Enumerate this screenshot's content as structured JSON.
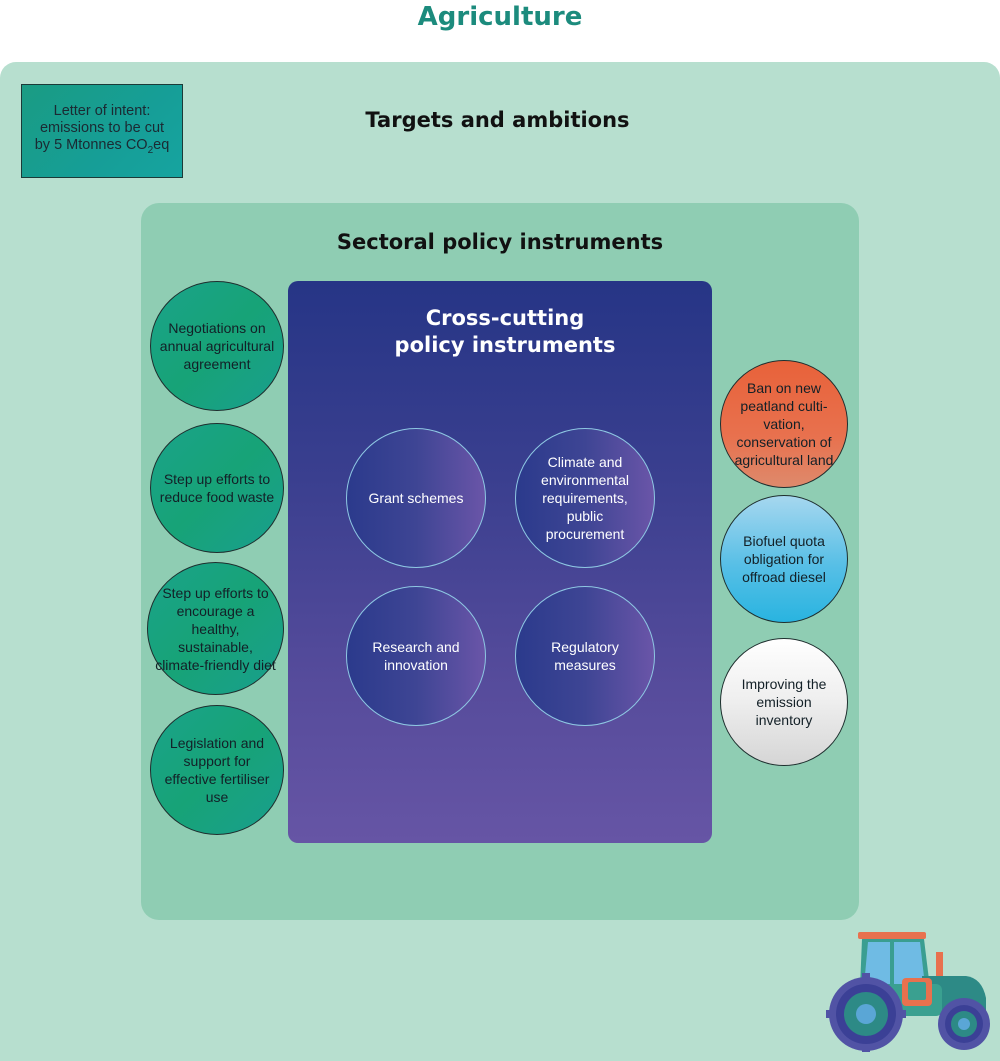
{
  "title": "Agriculture",
  "targets": {
    "heading": "Targets and ambitions",
    "letter_of_intent": {
      "line1": "Letter of intent:",
      "line2": "emissions to be cut",
      "line3_prefix": "by 5 Mtonnes CO",
      "line3_sub": "2",
      "line3_suffix": "eq"
    }
  },
  "sectoral": {
    "heading": "Sectoral policy instruments",
    "left_items": [
      "Negotiations on annual agricultural agreement",
      "Step up efforts to reduce food waste",
      "Step up efforts to encourage a healthy, sustainable, climate-friendly diet",
      "Legislation and support for effective fertiliser use"
    ],
    "right_items": [
      "Ban on new peatland culti-vation, conservation of agricultural land",
      "Biofuel quota obligation for offroad diesel",
      "Improving the emission inventory"
    ]
  },
  "cross_cutting": {
    "heading_line1": "Cross-cutting",
    "heading_line2": "policy instruments",
    "items": [
      "Grant schemes",
      "Climate and environmental requirements, public procurement",
      "Research and innovation",
      "Regulatory measures"
    ]
  },
  "colors": {
    "title": "#1c8b7d",
    "outer_bg": "#b7dfcf",
    "sectoral_bg": "#8fcdb3",
    "cross_bg_top": "#263586",
    "cross_bg_bottom": "#6655a5",
    "green_circle": "#1aa38a",
    "orange_circle": "#e8623a",
    "blue_circle": "#57bfe6",
    "grey_circle": "#eeeeee"
  },
  "icons": {
    "illustration": "tractor-icon"
  }
}
